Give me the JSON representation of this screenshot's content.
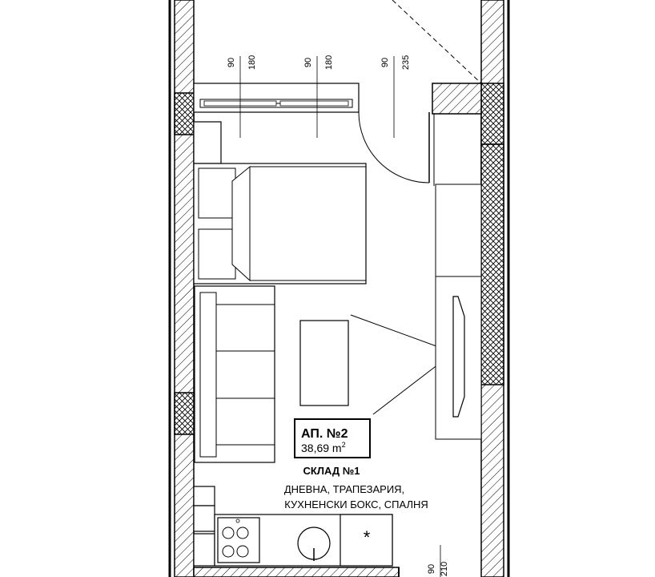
{
  "apartment": {
    "title": "АП. №2",
    "area_value": "38,69 m",
    "area_superscript": "2"
  },
  "storage_label": "СКЛАД №1",
  "rooms": {
    "line1": "ДНЕВНА, ТРАПЕЗАРИЯ,",
    "line2": "КУХНЕНСКИ БОКС, СПАЛНЯ"
  },
  "window_dimensions": [
    {
      "width": "90",
      "height": "180"
    },
    {
      "width": "90",
      "height": "180"
    },
    {
      "width": "90",
      "height": "235"
    }
  ],
  "bottom_dimension": {
    "width": "90",
    "height": "210"
  },
  "appliance_marker": "*"
}
